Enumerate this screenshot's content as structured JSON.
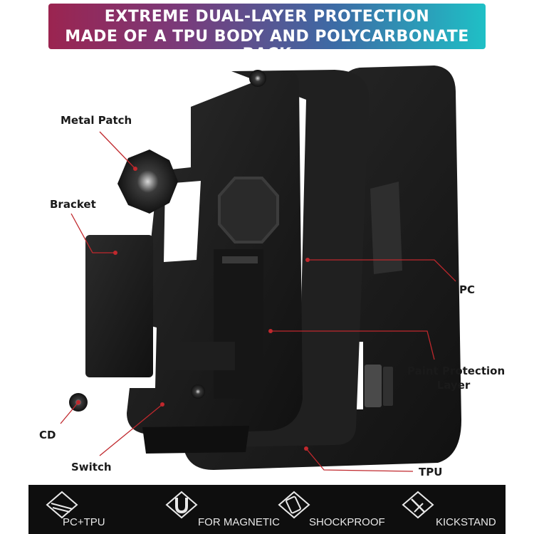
{
  "banner": {
    "line1": "EXTREME DUAL-LAYER PROTECTION",
    "line2": "MADE OF A TPU BODY AND POLYCARBONATE BACK"
  },
  "labels": {
    "metal_patch": "Metal Patch",
    "bracket": "Bracket",
    "cd": "CD",
    "switch": "Switch",
    "pc": "PC",
    "paint_protection_line1": "Paint Protection",
    "paint_protection_line2": "Layer",
    "tpu": "TPU"
  },
  "features": [
    {
      "label": "PC+TPU",
      "icon": "layers-icon"
    },
    {
      "label": "FOR MAGNETIC",
      "icon": "magnet-icon"
    },
    {
      "label": "SHOCKPROOF",
      "icon": "shield-phone-icon"
    },
    {
      "label": "KICKSTAND",
      "icon": "kickstand-icon"
    }
  ],
  "colors": {
    "banner_start": "#9b2450",
    "banner_end": "#1fc0c6",
    "callout_line": "#c0282d",
    "case_black": "#1c1c1c"
  }
}
